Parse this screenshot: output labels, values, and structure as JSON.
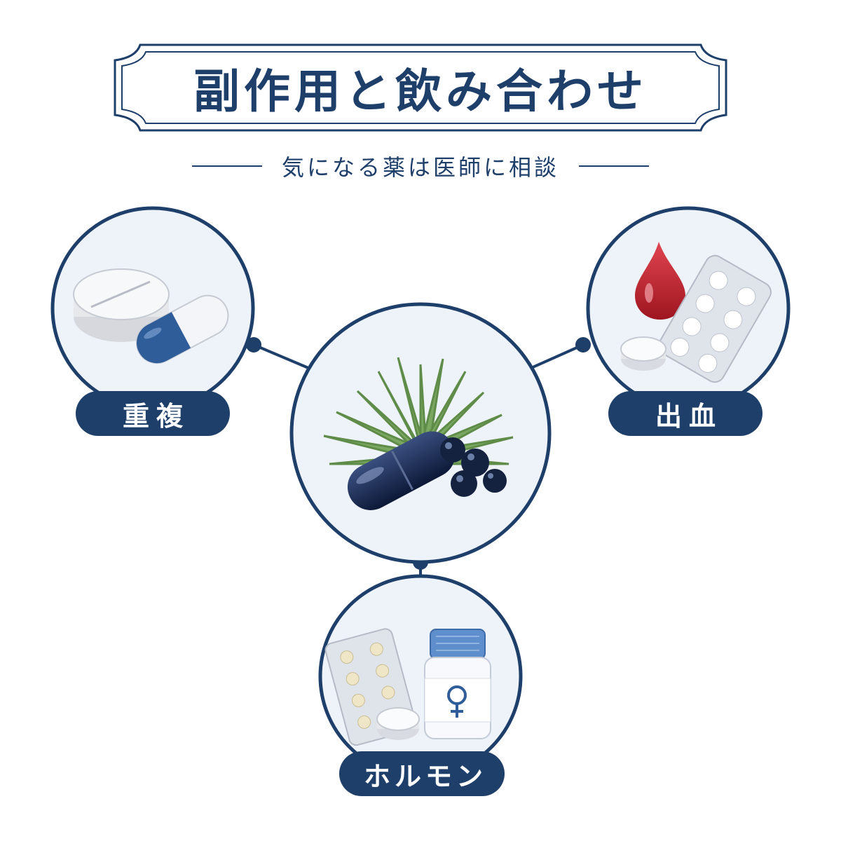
{
  "title": "副作用と飲み合わせ",
  "subtitle": "気になる薬は医師に相談",
  "center": {
    "icon": "saw-palmetto-capsule-berries-icon"
  },
  "nodes": [
    {
      "label": "重複",
      "icon": "tablet-and-capsule-icon"
    },
    {
      "label": "出血",
      "icon": "blood-drop-and-blister-pack-icon"
    },
    {
      "label": "ホルモン",
      "icon": "hormone-pill-bottle-icon"
    }
  ],
  "colors": {
    "navy": "#1f3f6b",
    "circle_fill": "#eef3fa",
    "leaf": "#6e9a55",
    "blood": "#c0212b",
    "capsule_blue": "#2f5d9a"
  }
}
